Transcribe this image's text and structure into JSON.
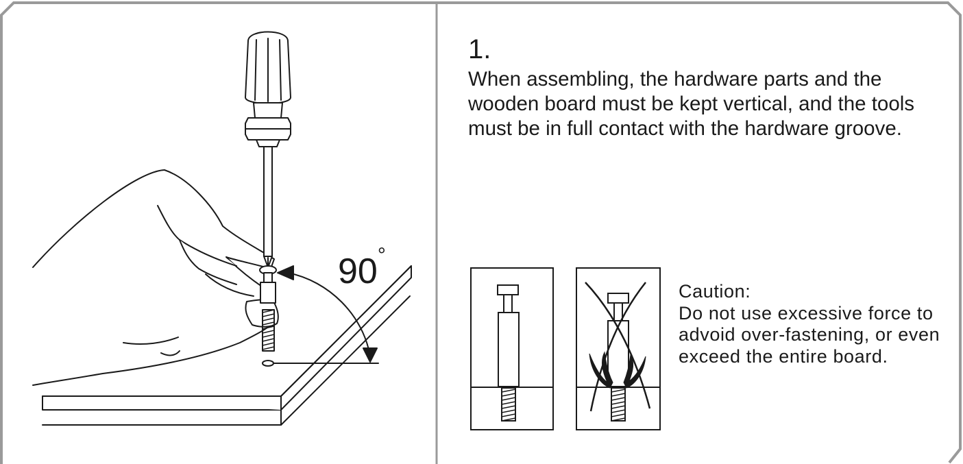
{
  "step": {
    "number": "1.",
    "instruction": "When assembling, the hardware parts and the wooden board must be kept vertical, and the tools must be in full contact with the hardware groove."
  },
  "illustration": {
    "angle_value": "90",
    "angle_unit": "°"
  },
  "caution": {
    "title": "Caution:",
    "body": "Do not use excessive force to advoid over-fastening, or even exceed the entire board."
  },
  "colors": {
    "frame": "#9a9a9a",
    "ink": "#1a1a1a"
  }
}
